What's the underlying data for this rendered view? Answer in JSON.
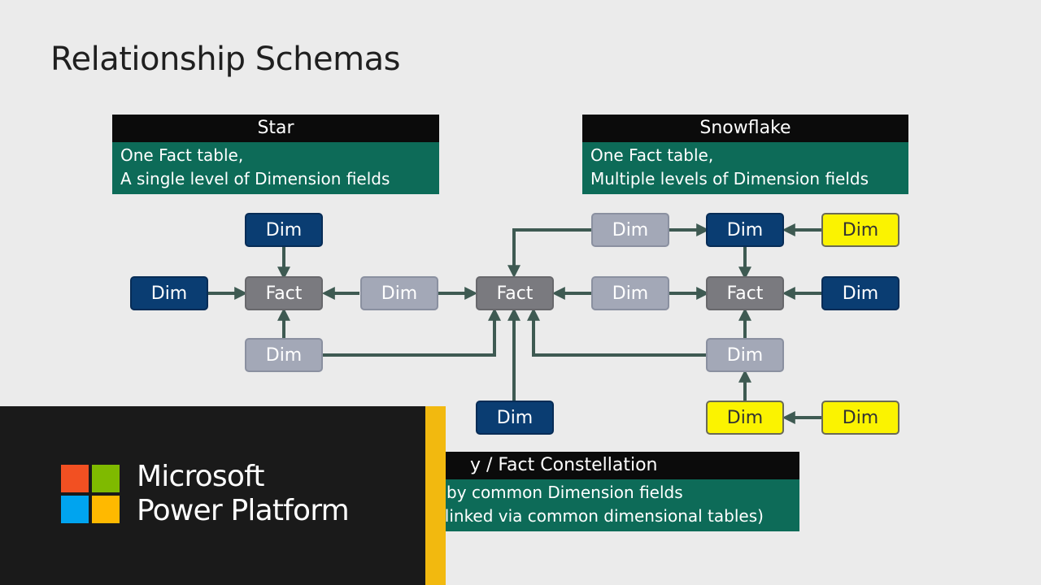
{
  "title": "Relationship Schemas",
  "star": {
    "heading": "Star",
    "line1": "One Fact table,",
    "line2": "A single level of Dimension fields"
  },
  "snowflake": {
    "heading": "Snowflake",
    "line1": "One Fact table,",
    "line2": "Multiple levels of Dimension fields"
  },
  "galaxy": {
    "heading": "y / Fact Constellation",
    "line1": "d by common Dimension fields",
    "line2": "s linked via common dimensional tables)"
  },
  "nodes": {
    "dim": "Dim",
    "fact": "Fact"
  },
  "colors": {
    "dim_dark": "#0a3d72",
    "dim_light": "#a3a8b7",
    "dim_yellow": "#fbf300",
    "fact": "#7a7a7f",
    "connector": "#3e5a52",
    "callout_head": "#0b0b0b",
    "callout_body": "#0d6b58",
    "brand_bg": "#1a1a1a",
    "brand_accent": "#f2b90f"
  },
  "brand": {
    "logo_icon": "microsoft-logo-icon",
    "line1": "Microsoft",
    "line2": "Power Platform"
  }
}
